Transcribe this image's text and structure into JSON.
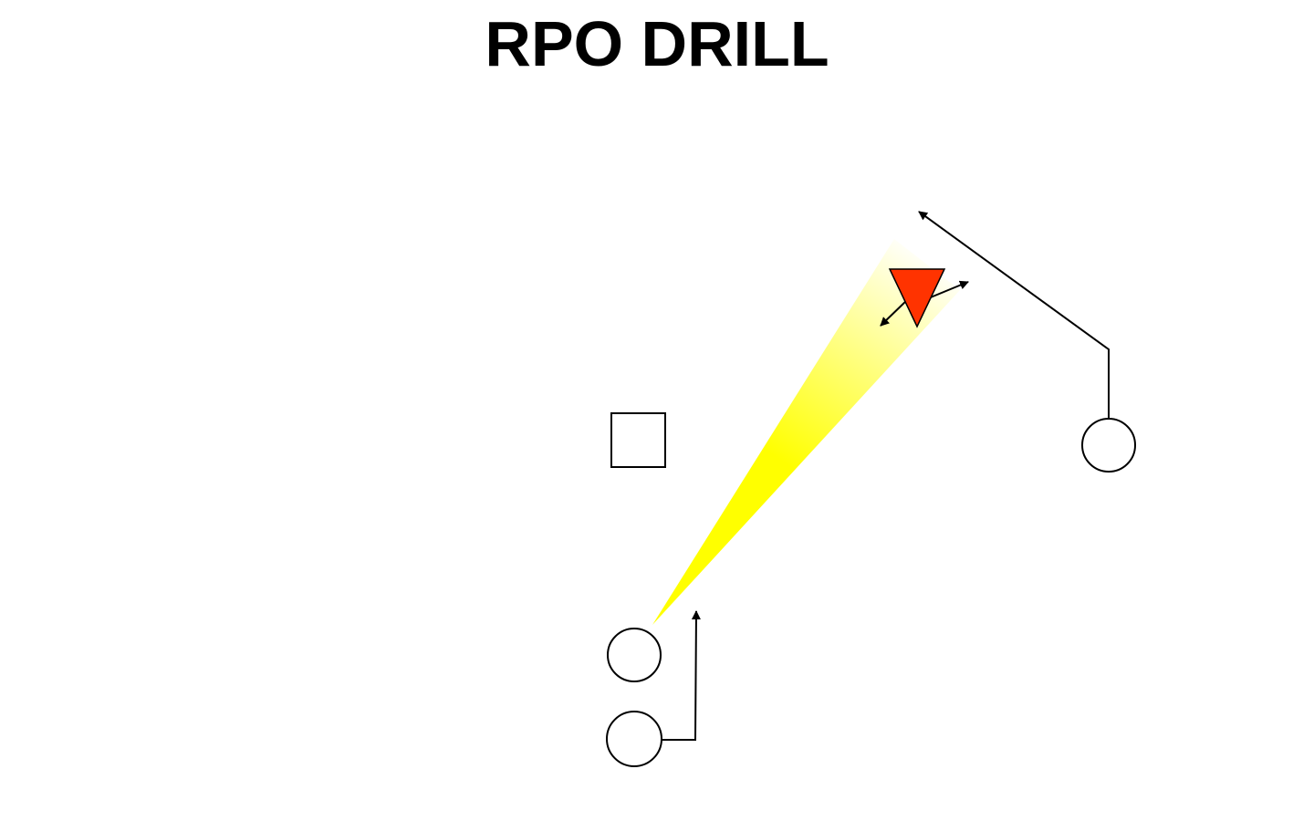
{
  "title": "RPO DRILL",
  "colors": {
    "background": "#ffffff",
    "stroke": "#000000",
    "defender_fill": "#ff3300",
    "read_cone": "#ffff00"
  },
  "symbols": {
    "offense": "circle",
    "center": "square",
    "defender": "triangle"
  }
}
